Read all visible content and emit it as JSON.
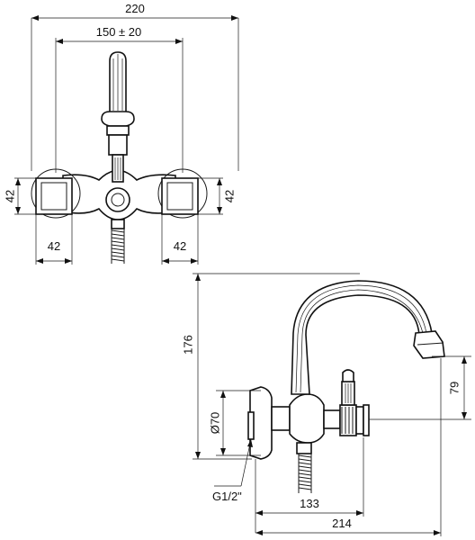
{
  "drawing": {
    "top_view": {
      "dim_overall_width": "220",
      "dim_center_distance": "150 ± 20",
      "dim_left_height": "42",
      "dim_right_height": "42",
      "dim_left_width": "42",
      "dim_right_width": "42"
    },
    "side_view": {
      "dim_total_height": "176",
      "dim_spout_height": "79",
      "dim_diameter": "Ø70",
      "dim_spout_reach": "133",
      "dim_total_depth": "214",
      "thread_label": "G1/2\""
    }
  }
}
